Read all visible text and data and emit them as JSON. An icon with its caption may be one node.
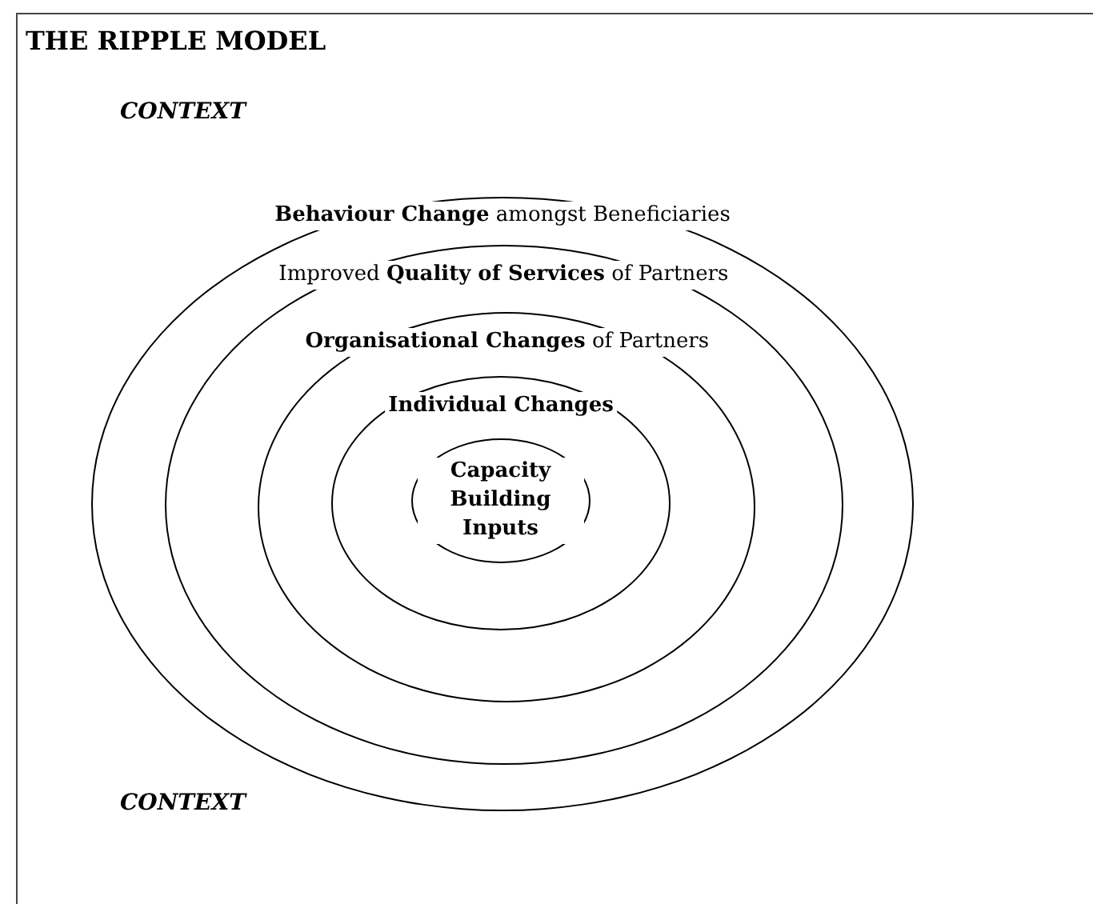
{
  "diagram": {
    "title": "THE RIPPLE MODEL",
    "nodes": [
      {
        "text": [
          "**Behaviour Change** amongst Beneficiaries"
        ]
      },
      {
        "text": [
          "Improved **Quality of Services** of Partners"
        ],
        "in": 0
      },
      {
        "text": [
          "**Organisational Changes** of Partners"
        ],
        "in": 1
      },
      {
        "text": [
          "Individual Changes"
        ],
        "in": 2
      },
      {
        "text": [
          "Capacity Building Inputs"
        ],
        "in": 3
      }
    ],
    "labels": [
      "CONTEXT",
      "CONTEXT"
    ]
  }
}
